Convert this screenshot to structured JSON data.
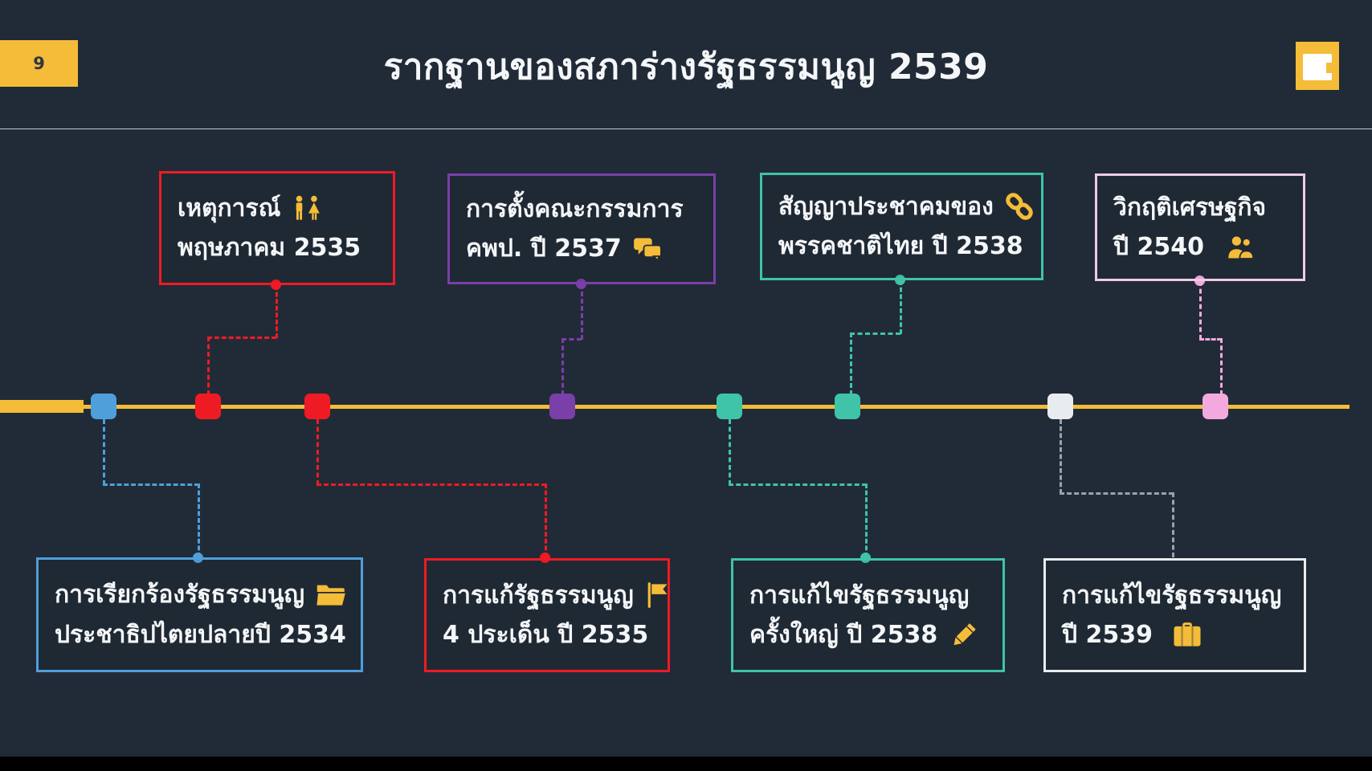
{
  "slide": {
    "page_number": "9",
    "title": "รากฐานของสภาร่างรัฐธรรมนูญ 2539"
  },
  "colors": {
    "background": "#212b37",
    "text": "#f4f6f8",
    "gold": "#f4bc38",
    "red": "#ee1b24",
    "blue": "#4f9fdb",
    "purple": "#7a3fa9",
    "teal": "#3fc3a9",
    "pink": "#f2aade",
    "pink_light": "#edcbe8",
    "white_border": "#e9ecef",
    "gray": "#99a3ad"
  },
  "timeline": {
    "markers": [
      {
        "id": "m1",
        "color": "#4f9fdb"
      },
      {
        "id": "m2",
        "color": "#ee1b24"
      },
      {
        "id": "m3",
        "color": "#ee1b24"
      },
      {
        "id": "m4",
        "color": "#7a3fa9"
      },
      {
        "id": "m5",
        "color": "#3fc3a9"
      },
      {
        "id": "m6",
        "color": "#3fc3a9"
      },
      {
        "id": "m7",
        "color": "#e9ecef"
      },
      {
        "id": "m8",
        "color": "#f2aade"
      }
    ]
  },
  "events_top": [
    {
      "line1": "เหตุการณ์",
      "line2": "พฤษภาคม 2535",
      "icon": "man-woman-icon",
      "color": "#ee1b24",
      "connector_color": "#ee1b24"
    },
    {
      "line1": "การตั้งคณะกรรมการ",
      "line2": "คพป. ปี 2537",
      "icon": "speech-bubbles-icon",
      "color": "#7a3fa9",
      "connector_color": "#7a3fa9"
    },
    {
      "line1": "สัญญาประชาคมของ",
      "line2": "พรรคชาติไทย ปี 2538",
      "icon": "link-icon",
      "color": "#3fc3a9",
      "connector_color": "#3fc3a9"
    },
    {
      "line1": "วิกฤติเศรษฐกิจ",
      "line2": "ปี 2540",
      "icon": "two-users-icon",
      "color": "#edcbe8",
      "connector_color": "#f2aade"
    }
  ],
  "events_bottom": [
    {
      "line1": "การเรียกร้องรัฐธรรมนูญ",
      "line2": "ประชาธิปไตยปลายปี 2534",
      "icon": "folder-icon",
      "color": "#4f9fdb",
      "connector_color": "#4f9fdb"
    },
    {
      "line1": "การแก้รัฐธรรมนูญ",
      "line2": "4 ประเด็น ปี 2535",
      "icon": "flag-icon",
      "color": "#ee1b24",
      "connector_color": "#ee1b24"
    },
    {
      "line1": "การแก้ไขรัฐธรรมนูญ",
      "line2": "ครั้งใหญ่ ปี 2538",
      "icon": "pencil-icon",
      "color": "#3fc3a9",
      "connector_color": "#3fc3a9"
    },
    {
      "line1": "การแก้ไขรัฐธรรมนูญ",
      "line2": "ปี 2539",
      "icon": "briefcase-icon",
      "color": "#e9ecef",
      "connector_color": "#99a3ad"
    }
  ]
}
